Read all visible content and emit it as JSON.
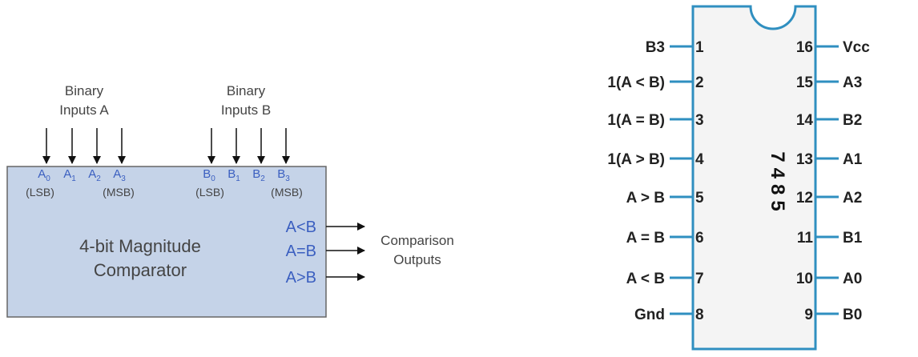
{
  "comparator": {
    "inputs_a_title": [
      "Binary",
      "Inputs A"
    ],
    "inputs_b_title": [
      "Binary",
      "Inputs B"
    ],
    "a_pins": [
      {
        "letter": "A",
        "sub": "0"
      },
      {
        "letter": "A",
        "sub": "1"
      },
      {
        "letter": "A",
        "sub": "2"
      },
      {
        "letter": "A",
        "sub": "3"
      }
    ],
    "b_pins": [
      {
        "letter": "B",
        "sub": "0"
      },
      {
        "letter": "B",
        "sub": "1"
      },
      {
        "letter": "B",
        "sub": "2"
      },
      {
        "letter": "B",
        "sub": "3"
      }
    ],
    "lsb_label": "(LSB)",
    "msb_label": "(MSB)",
    "block_title": [
      "4-bit Magnitude",
      "Comparator"
    ],
    "outputs": [
      "A<B",
      "A=B",
      "A>B"
    ],
    "outputs_title": [
      "Comparison",
      "Outputs"
    ],
    "colors": {
      "box_fill": "#c5d3e8",
      "box_stroke": "#666666",
      "pin_text": "#3b5fc0"
    }
  },
  "ic": {
    "chip_label": "7485",
    "colors": {
      "body_fill": "#f4f4f4",
      "outline": "#2f8fc0"
    },
    "left_pins": [
      {
        "num": "1",
        "name": "B3"
      },
      {
        "num": "2",
        "name": "1(A < B)"
      },
      {
        "num": "3",
        "name": "1(A = B)"
      },
      {
        "num": "4",
        "name": "1(A > B)"
      },
      {
        "num": "5",
        "name": "A > B"
      },
      {
        "num": "6",
        "name": "A = B"
      },
      {
        "num": "7",
        "name": "A < B"
      },
      {
        "num": "8",
        "name": "Gnd"
      }
    ],
    "right_pins": [
      {
        "num": "16",
        "name": "Vcc"
      },
      {
        "num": "15",
        "name": "A3"
      },
      {
        "num": "14",
        "name": "B2"
      },
      {
        "num": "13",
        "name": "A1"
      },
      {
        "num": "12",
        "name": "A2"
      },
      {
        "num": "11",
        "name": "B1"
      },
      {
        "num": "10",
        "name": "A0"
      },
      {
        "num": "9",
        "name": "B0"
      }
    ]
  }
}
